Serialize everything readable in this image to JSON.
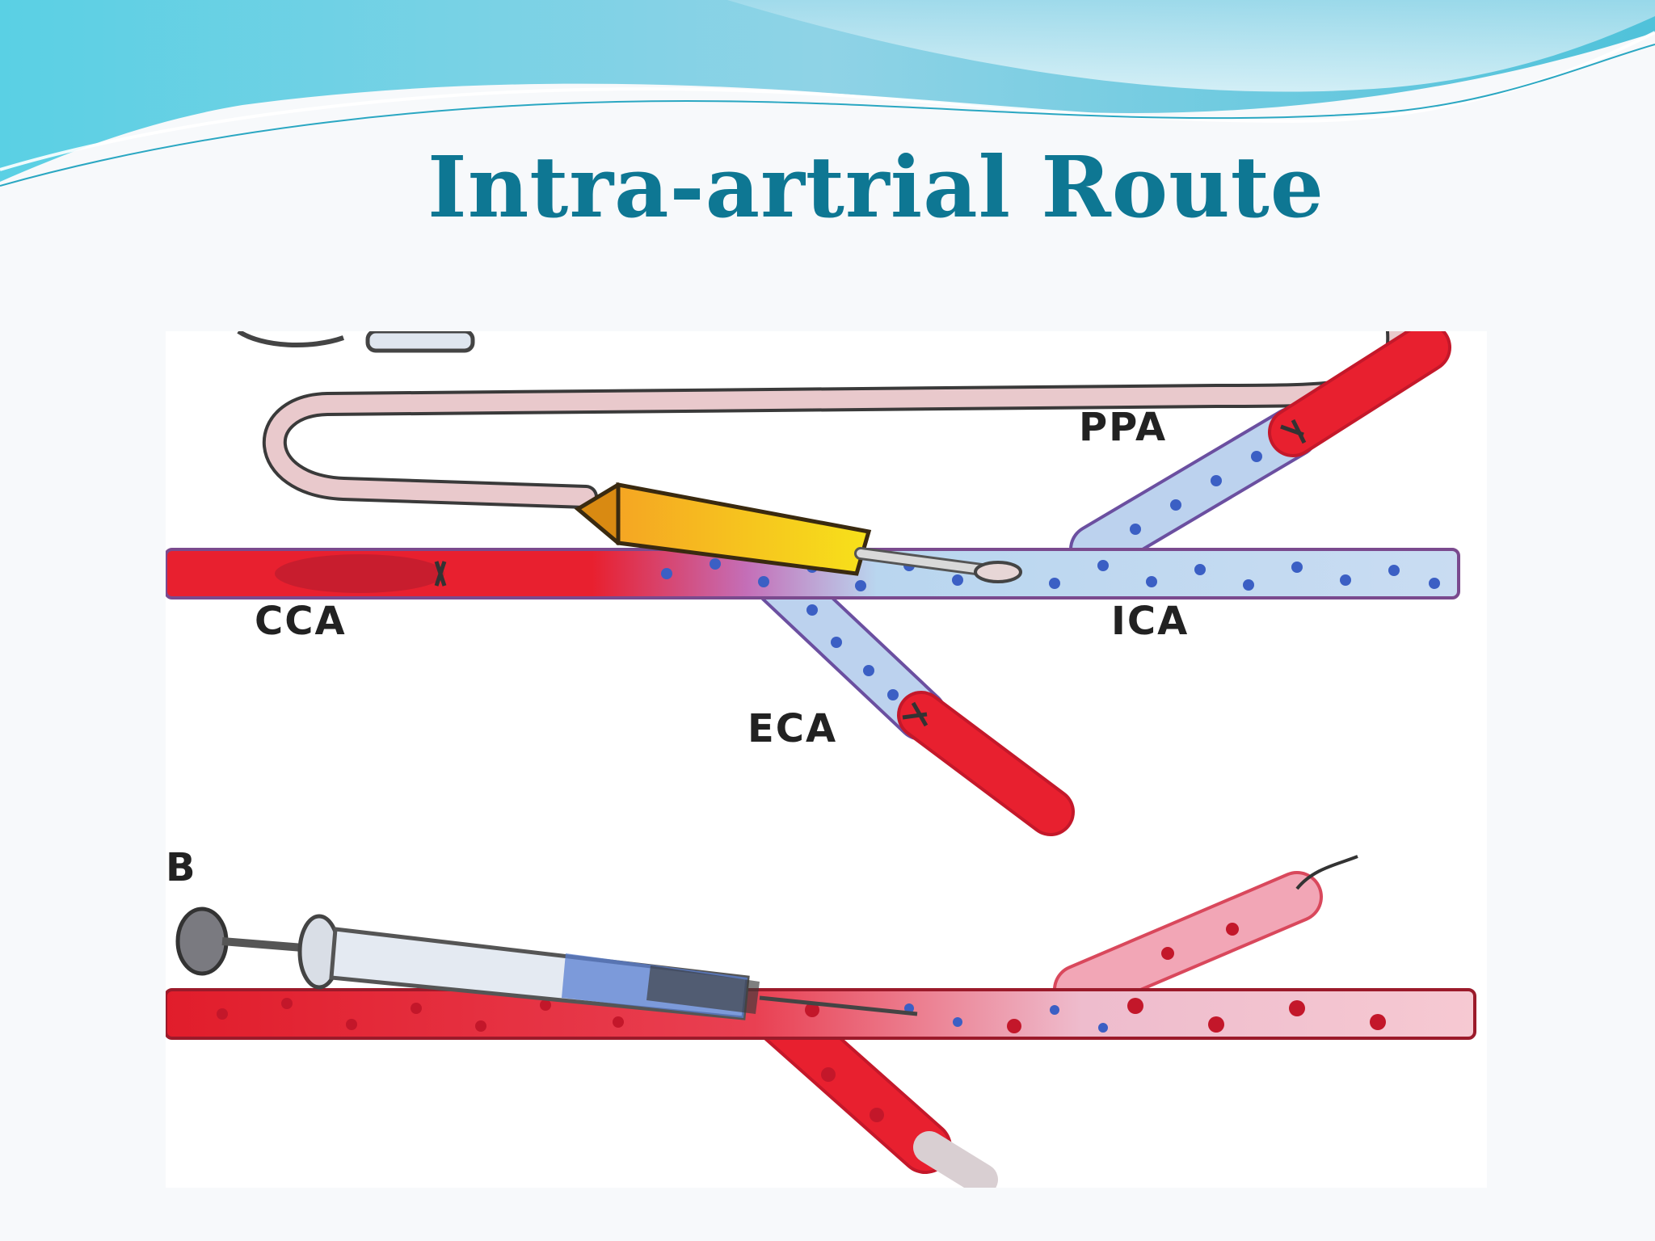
{
  "slide": {
    "title": "Intra-artrial Route"
  },
  "figure": {
    "panel_b_label": "B",
    "labels": {
      "ppa": "PPA",
      "cca": "CCA",
      "ica": "ICA",
      "eca": "ECA"
    }
  },
  "colors": {
    "title": "#0e7793",
    "artery_red": "#e8202f",
    "vessel_blue": "#b9d6ef",
    "dot_blue": "#3b5fc4",
    "wave_teal": "#5cc6dd"
  }
}
